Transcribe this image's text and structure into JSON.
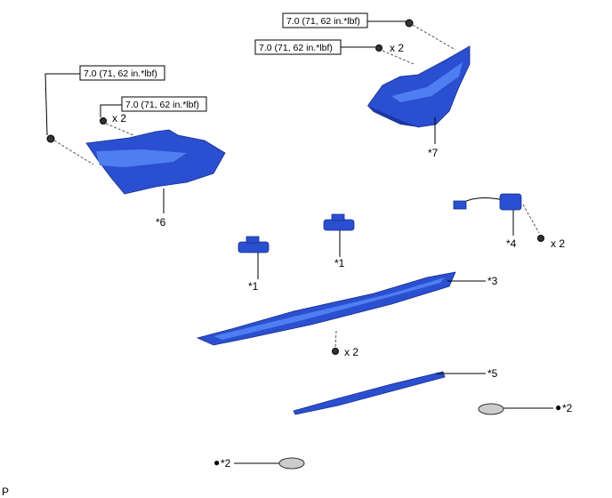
{
  "torque_specs": [
    {
      "text": "7.0 (71, 62 in.*lbf)"
    },
    {
      "text": "7.0 (71, 62 in.*lbf)",
      "qty": "x 2"
    },
    {
      "text": "7.0 (71, 62 in.*lbf)"
    },
    {
      "text": "7.0 (71, 62 in.*lbf)",
      "qty": "x 2"
    }
  ],
  "callouts": {
    "c1a": "*1",
    "c1b": "*1",
    "c2a": "*2",
    "c2b": "*2",
    "c3": "*3",
    "c4": "*4",
    "c5": "*5",
    "c6": "*6",
    "c7": "*7"
  },
  "quantities": {
    "q4": "x 2",
    "q3": "x 2"
  },
  "bullet": "●",
  "corner_label": "P",
  "colors": {
    "part": "#2a4fd0"
  }
}
